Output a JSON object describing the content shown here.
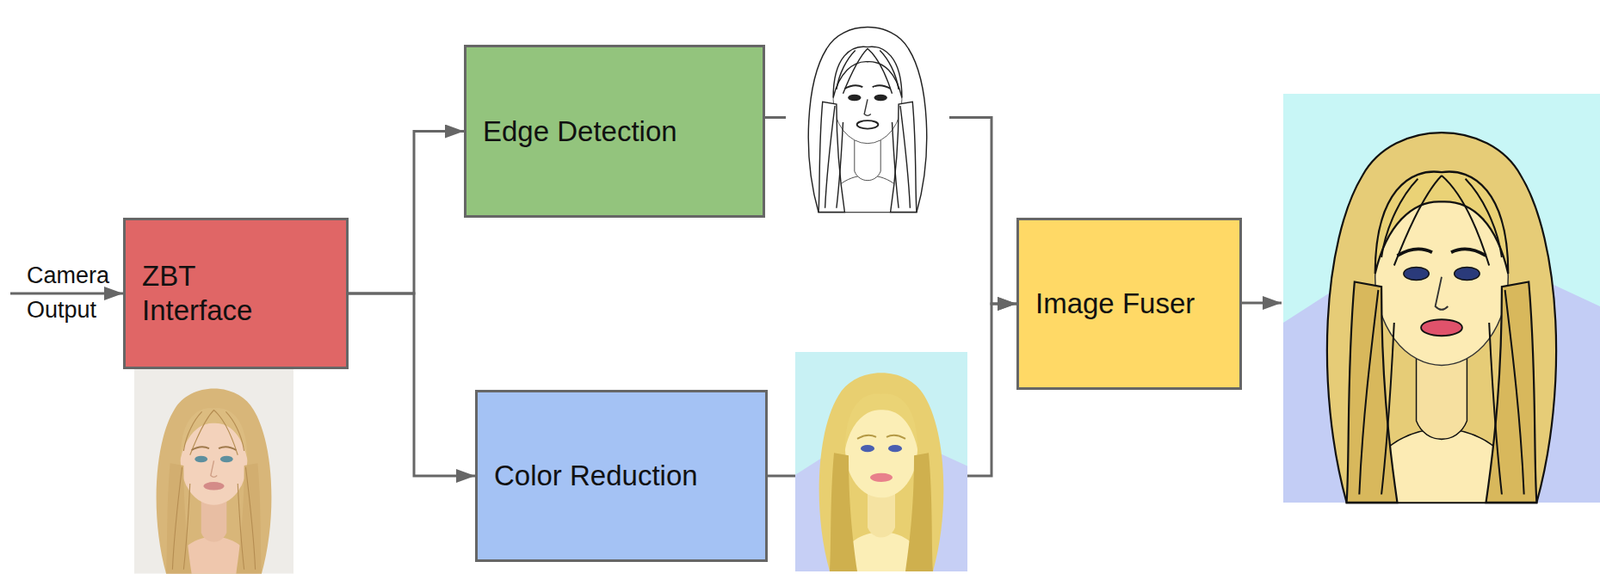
{
  "diagram": {
    "nodes": [
      {
        "text": [
          "ZBT Interface"
        ]
      },
      {
        "text": [
          "Edge Detection"
        ]
      },
      {
        "text": [
          "Color Reduction"
        ]
      },
      {
        "text": [
          "Image Fuser"
        ]
      }
    ],
    "edges": [
      {
        "from": 0,
        "to": 1,
        "arrow": "to"
      },
      {
        "from": 0,
        "to": 2,
        "arrow": "to"
      },
      {
        "from": 1,
        "to": 3,
        "arrow": "to"
      },
      {
        "from": 2,
        "to": 3,
        "arrow": "to"
      }
    ],
    "labels": [
      "Camera Output"
    ]
  }
}
